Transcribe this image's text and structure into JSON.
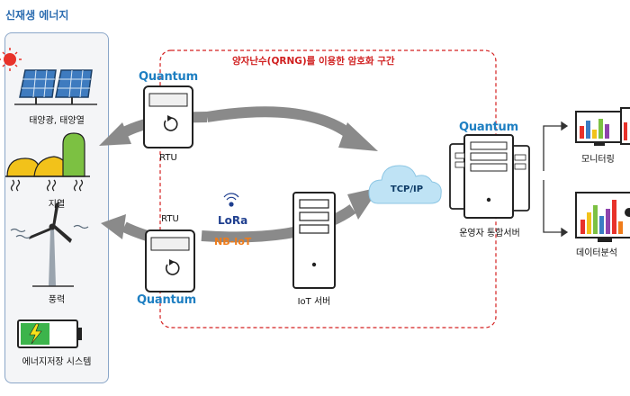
{
  "title": "신재생 에너지",
  "sources": [
    {
      "label": "태양광, 태양열"
    },
    {
      "label": "지열"
    },
    {
      "label": "풍력"
    },
    {
      "label": "에너지저장 시스템"
    }
  ],
  "encryption_zone": {
    "label": "양자난수(QRNG)를 이용한 암호화 구간"
  },
  "quantum_brand": "Quantum",
  "rtu_top": {
    "label": "RTU"
  },
  "rtu_bottom": {
    "label": "RTU"
  },
  "lora": "LoRa",
  "nbiot": "NB-IoT",
  "iot_server": {
    "label": "IoT 서버"
  },
  "cloud": {
    "label": "TCP/IP"
  },
  "integrated_server": {
    "label": "운영자 통합서버"
  },
  "outputs": [
    {
      "label": "모니터링"
    },
    {
      "label": "데이터분석"
    }
  ],
  "colors": {
    "arrow": "#8a8a8a",
    "dashed": "#d42020",
    "quantum": "#1e7fc2",
    "cloud": "#bfe3f5",
    "battery": "#3cb44b"
  }
}
